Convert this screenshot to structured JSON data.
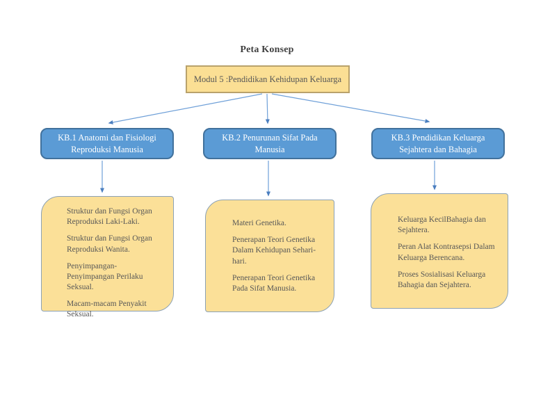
{
  "title": "Peta Konsep",
  "root": {
    "label": "Modul 5 :Pendidikan Kehidupan Keluarga"
  },
  "branches": [
    {
      "label": "KB.1 Anatomi dan Fisiologi Reproduksi Manusia"
    },
    {
      "label": "KB.2 Penurunan Sifat Pada Manusia"
    },
    {
      "label": "KB.3 Pendidikan Keluarga Sejahtera dan Bahagia"
    }
  ],
  "notes": [
    {
      "items": [
        "Struktur dan Fungsi Organ Reproduksi Laki-Laki.",
        "Struktur dan Fungsi Organ Reproduksi Wanita.",
        "Penyimpangan-Penyimpangan Perilaku Seksual.",
        "Macam-macam Penyakit Seksual."
      ]
    },
    {
      "items": [
        "Materi Genetika.",
        "Penerapan Teori Genetika Dalam Kehidupan Sehari-hari.",
        "Penerapan Teori Genetika Pada Sifat Manusia."
      ]
    },
    {
      "items": [
        "Keluarga KecilBahagia dan Sejahtera.",
        "Peran Alat Kontrasepsi Dalam Keluarga Berencana.",
        "Proses Sosialisasi Keluarga Bahagia dan Sejahtera."
      ]
    }
  ],
  "colors": {
    "page-bg": "#ffffff",
    "title-color": "#3f3f3f",
    "root-fill": "#fbdf94",
    "root-border": "#b9a26b",
    "branch-fill": "#5b9bd5",
    "branch-border": "#41719c",
    "branch-text": "#ffffff",
    "note-fill": "#fbe098",
    "note-border": "#8ba1b5",
    "text-dark": "#575757",
    "connector": "#6fa0d8",
    "arrowhead": "#4a7ebf"
  }
}
